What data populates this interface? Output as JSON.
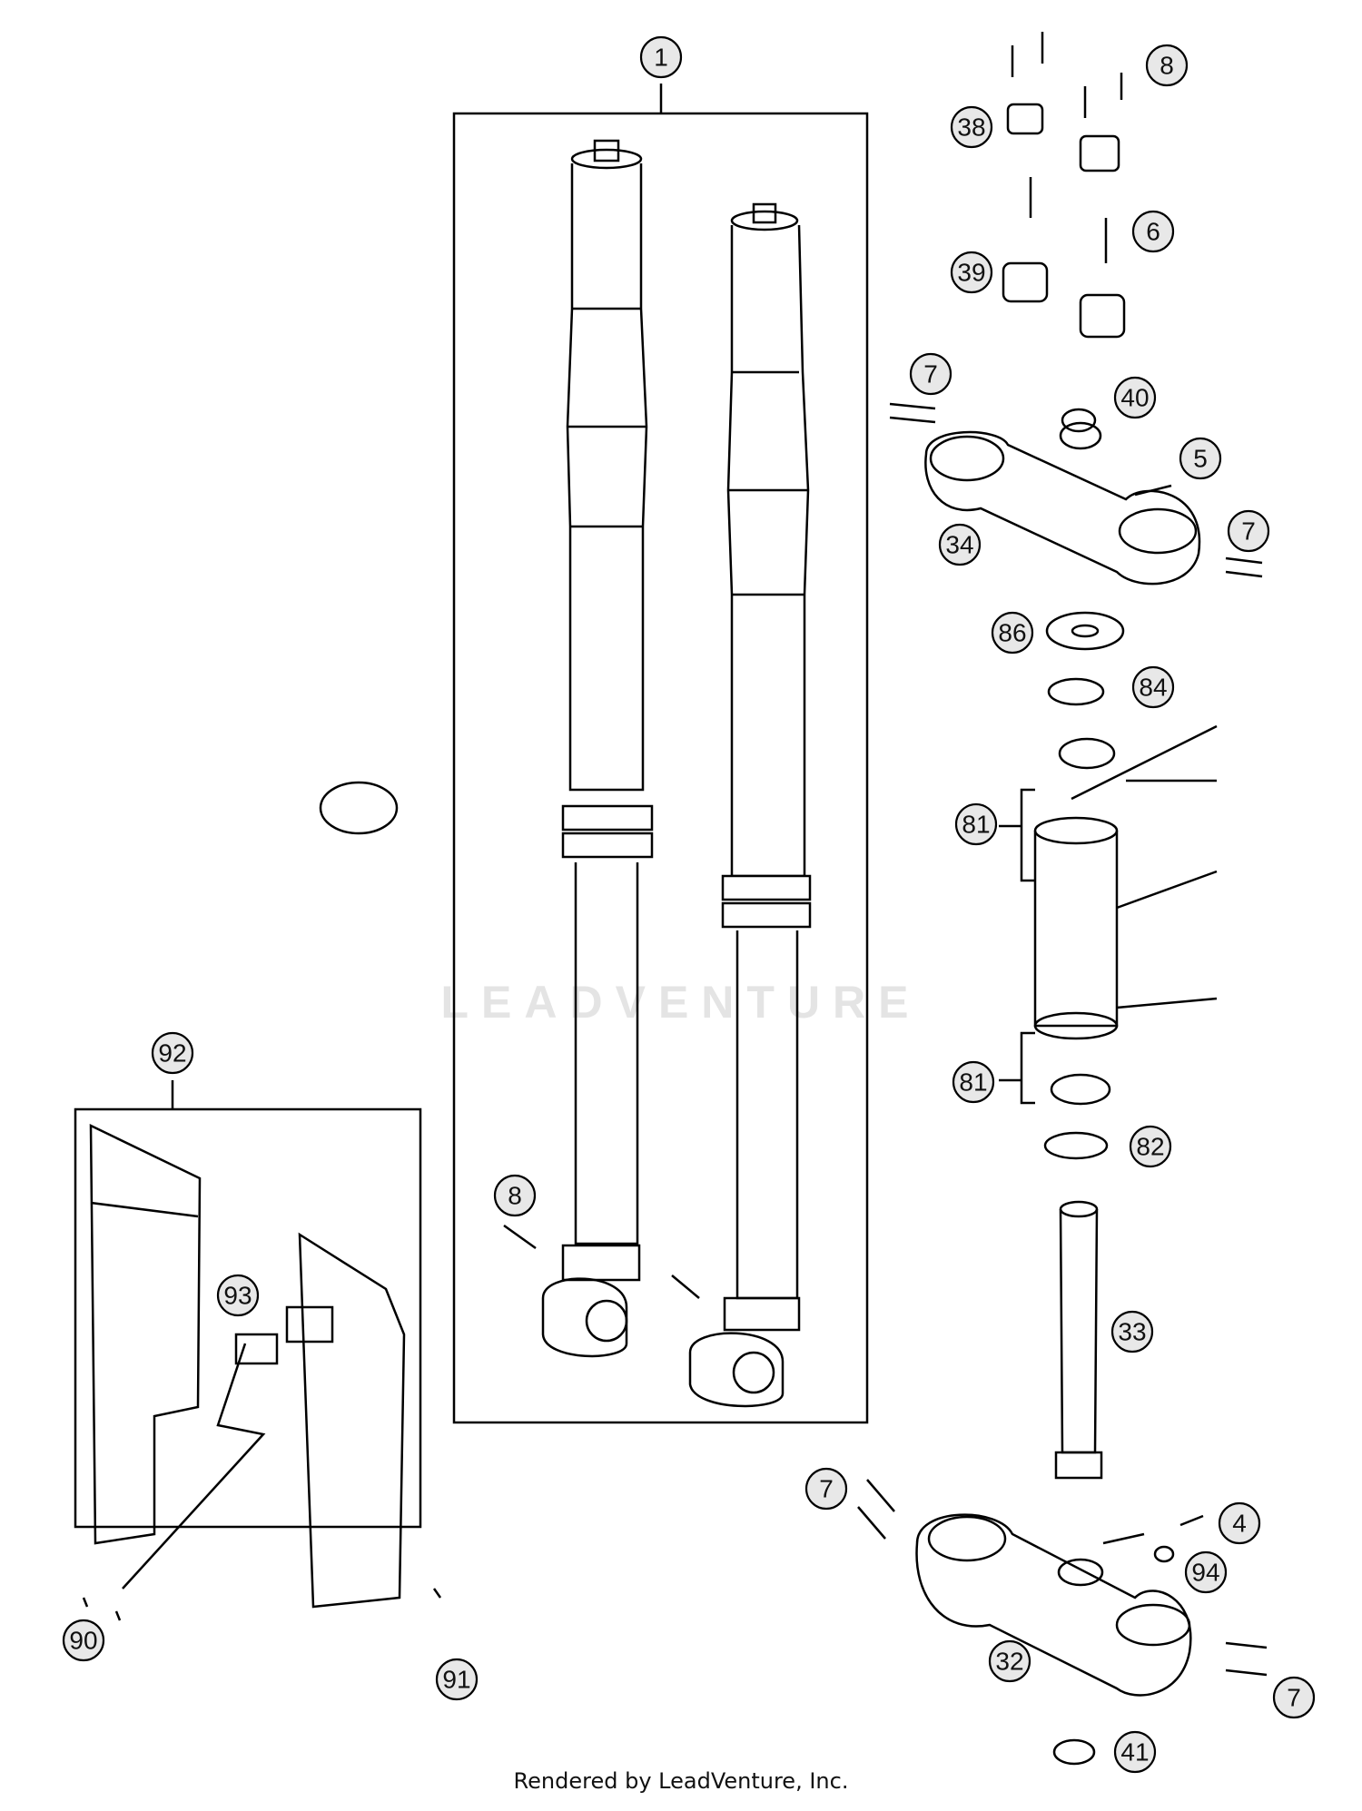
{
  "footer": "Rendered by LeadVenture, Inc.",
  "watermark": "LEADVENTURE",
  "callouts": {
    "c1": "1",
    "c8a": "8",
    "c38": "38",
    "c6": "6",
    "c39": "39",
    "c7a": "7",
    "c40": "40",
    "c5": "5",
    "c34": "34",
    "c7b": "7",
    "c86": "86",
    "c84": "84",
    "c81a": "81",
    "c81b": "81",
    "c82": "82",
    "c92": "92",
    "c93": "93",
    "c8b": "8",
    "c33": "33",
    "c7c": "7",
    "c4": "4",
    "c94": "94",
    "c32": "32",
    "c7d": "7",
    "c90": "90",
    "c91": "91",
    "c41": "41"
  }
}
